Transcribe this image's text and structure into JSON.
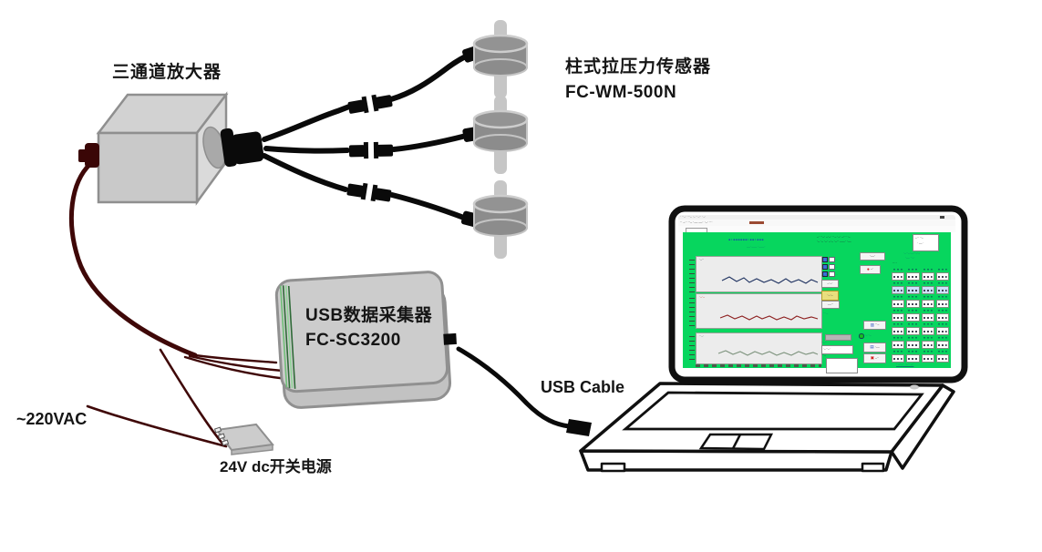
{
  "diagram": {
    "amplifier_label": "三通道放大器",
    "sensor_label_line1": "柱式拉压力传感器",
    "sensor_label_line2": "FC-WM-500N",
    "daq_label_line1": "USB数据采集器",
    "daq_label_line2": "FC-SC3200",
    "usb_cable_label": "USB Cable",
    "ac_label": "~220VAC",
    "psu_label": "24V dc开关电源"
  },
  "colors": {
    "screen_green": "#07d65e",
    "power_wire": "#3f0808",
    "signal_cable": "#0a0a0a",
    "device_gray": "#c9c9c9",
    "app_title_blue": "#1b3fae",
    "app_teal": "#0a7f6a"
  },
  "screen": {
    "titlebar_text": "· ··–· ···– ·– ··–·· ·–·",
    "menu_text": "·· –·· ··– ·–– ––· ·–· ···",
    "app_title": "▪·▪▪▪▪▪▪·▪▪·▪▪▪",
    "app_subtitle": "––·––– ·–––·",
    "info_line1": "–· ··–· –·–· ··– ·–· –··· ·–",
    "info_line2": "·– ·– ·–· –·– ·–·· –––· ·––",
    "box_line1": "–·· ··–",
    "box_line2": "· –– ·",
    "side_line1": "·–··–·––··–·–",
    "side_line2": "·–– ··–·",
    "pid_label": "····",
    "chart1_label": "·–··",
    "chart2_label": "·–·–",
    "chart3_label": "··–·",
    "checkbox1_label": "··",
    "checkbox2_label": "··",
    "checkbox3_label": "··",
    "field_label1": "····–",
    "button_white1": "–·–·",
    "button_yellow": "·–·–",
    "button_white2": "––··",
    "teal_note": "···–",
    "bar_label": "··–··",
    "input_value": "·–··–·",
    "input_label": "···–",
    "button_a": "·––·",
    "button_stop": "–·",
    "button_save": "··–",
    "radio_label": "·–··–",
    "button_print": "·––",
    "button_exit": "–··",
    "status_text": "· –·–· ·–·· –·"
  }
}
